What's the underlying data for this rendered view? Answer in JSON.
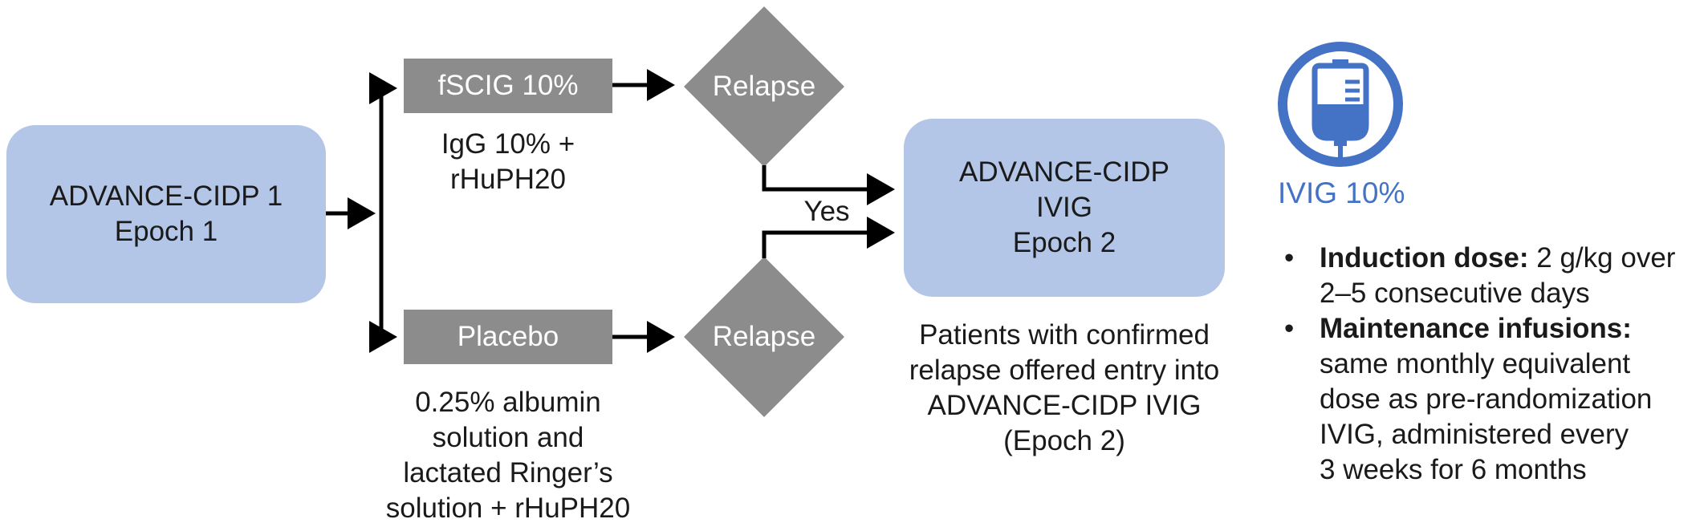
{
  "nodes": {
    "start": {
      "lines": [
        "ADVANCE-CIDP 1",
        "Epoch 1"
      ]
    },
    "fscig": {
      "label": "fSCIG 10%"
    },
    "placebo": {
      "label": "Placebo"
    },
    "relapse_top": {
      "label": "Relapse"
    },
    "relapse_bottom": {
      "label": "Relapse"
    },
    "epoch2": {
      "lines": [
        "ADVANCE-CIDP",
        "IVIG",
        "Epoch 2"
      ]
    }
  },
  "notes": {
    "fscig_desc": [
      "IgG 10% +",
      "rHuPH20"
    ],
    "placebo_desc": [
      "0.25% albumin",
      "solution and",
      "lactated Ringer’s",
      "solution + rHuPH20"
    ],
    "epoch2_desc": [
      "Patients with confirmed",
      "relapse offered entry into",
      "ADVANCE-CIDP IVIG",
      "(Epoch 2)"
    ],
    "yes_label": "Yes"
  },
  "icon": {
    "name": "iv-bag-icon",
    "label": "IVIG 10%",
    "color": "#4472c4"
  },
  "bullets": [
    {
      "bold": "Induction dose:",
      "rest": " 2 g/kg over 2–5 consecutive days",
      "lines_rest": [
        "2 g/kg over"
      ],
      "lines_after": [
        "2–5 consecutive days"
      ]
    },
    {
      "bold": "Maintenance infusions:",
      "lines_after": [
        "same monthly equivalent",
        "dose as pre-randomization",
        "IVIG, administered every",
        "3 weeks for 6 months"
      ]
    }
  ],
  "colors": {
    "blue_box": "#b3c6e7",
    "gray_box": "#8c8c8c",
    "icon_blue": "#4472c4"
  }
}
